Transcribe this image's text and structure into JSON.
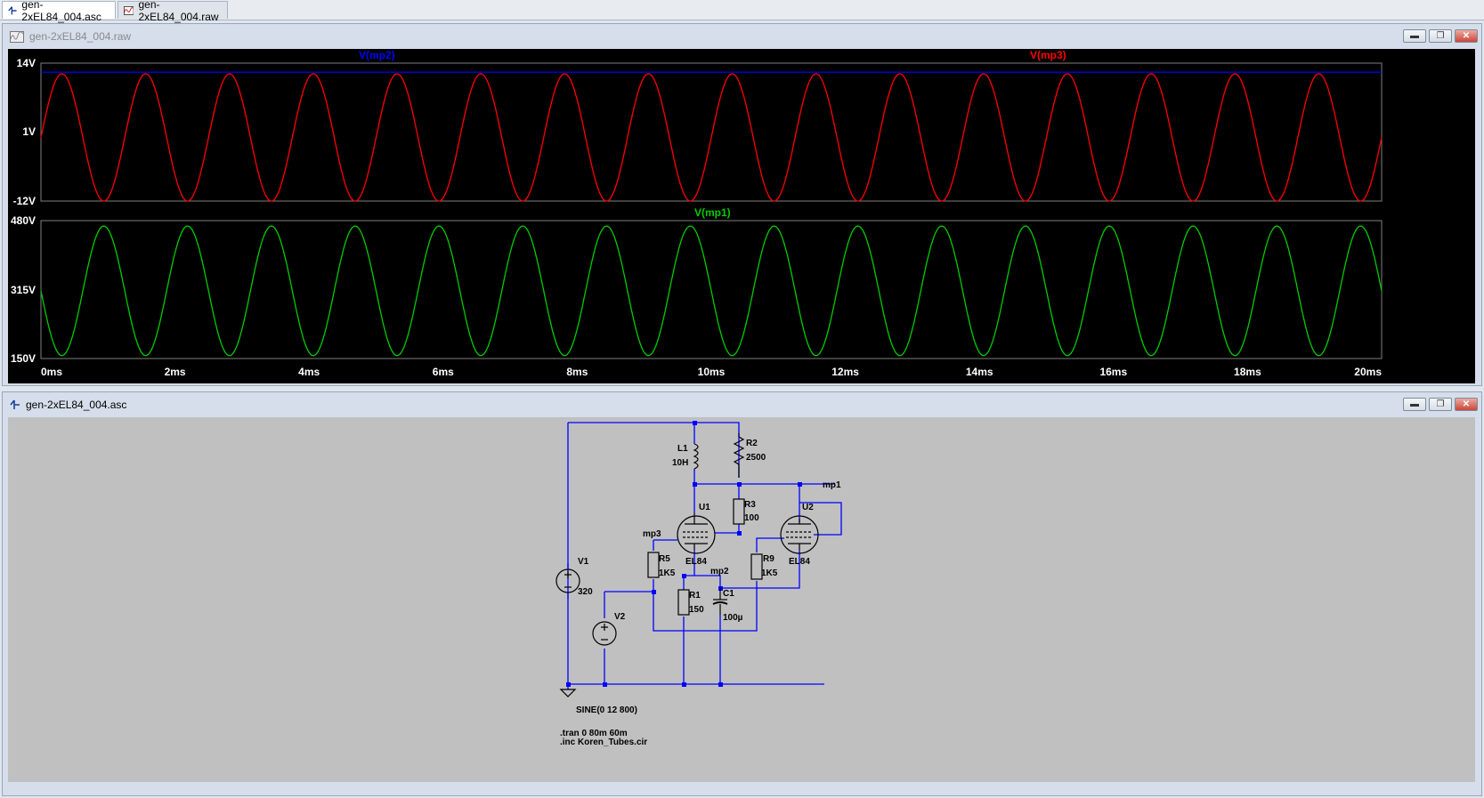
{
  "tabs": [
    {
      "label": "gen-2xEL84_004.asc",
      "icon": "schematic-icon",
      "active": true
    },
    {
      "label": "gen-2xEL84_004.raw",
      "icon": "waveform-icon",
      "active": false
    }
  ],
  "plot_window": {
    "title": "gen-2xEL84_004.raw",
    "controls": [
      "minimize",
      "restore",
      "close"
    ]
  },
  "schematic_window": {
    "title": "gen-2xEL84_004.asc",
    "controls": [
      "minimize",
      "restore",
      "close"
    ]
  },
  "colors": {
    "mp2": "#0000ff",
    "mp3": "#ff0000",
    "mp1": "#00cc00",
    "wire": "#0000ff",
    "text": "#000000"
  },
  "chart_data": [
    {
      "type": "line",
      "x_tick_labels": [
        "0ms",
        "2ms",
        "4ms",
        "6ms",
        "8ms",
        "10ms",
        "12ms",
        "14ms",
        "16ms",
        "18ms",
        "20ms"
      ],
      "xlim": [
        0,
        20
      ],
      "y_tick_labels": [
        "14V",
        "1V",
        "-12V"
      ],
      "ylim": [
        -12,
        14
      ],
      "series": [
        {
          "name": "V(mp2)",
          "label": "V(mp2)",
          "color": "#0000ff",
          "kind": "dc",
          "value": 12.3
        },
        {
          "name": "V(mp3)",
          "label": "V(mp3)",
          "color": "#ff0000",
          "kind": "sine",
          "amplitude": 12,
          "offset": 0,
          "frequency_hz": 800
        }
      ]
    },
    {
      "type": "line",
      "x_tick_labels": [
        "0ms",
        "2ms",
        "4ms",
        "6ms",
        "8ms",
        "10ms",
        "12ms",
        "14ms",
        "16ms",
        "18ms",
        "20ms"
      ],
      "xlim": [
        0,
        20
      ],
      "y_tick_labels": [
        "480V",
        "315V",
        "150V"
      ],
      "ylim": [
        150,
        480
      ],
      "series": [
        {
          "name": "V(mp1)",
          "label": "V(mp1)",
          "color": "#00cc00",
          "kind": "sine",
          "amplitude": 155,
          "offset": 312,
          "frequency_hz": 800,
          "inverted": true
        }
      ]
    }
  ],
  "schematic": {
    "labels": {
      "L1": "L1",
      "L1v": "10H",
      "R2": "R2",
      "R2v": "2500",
      "R3": "R3",
      "R3v": "100",
      "U1": "U1",
      "U1t": "EL84",
      "U2": "U2",
      "U2t": "EL84",
      "R5": "R5",
      "R5v": "1K5",
      "R9": "R9",
      "R9v": "1K5",
      "R1": "R1",
      "R1v": "150",
      "C1": "C1",
      "C1v": "100µ",
      "V1": "V1",
      "V1v": "320",
      "V2": "V2",
      "mp1": "mp1",
      "mp2": "mp2",
      "mp3": "mp3",
      "sine": "SINE(0 12 800)",
      "tran": ".tran 0 80m 60m",
      "inc": ".inc Koren_Tubes.cir"
    }
  }
}
